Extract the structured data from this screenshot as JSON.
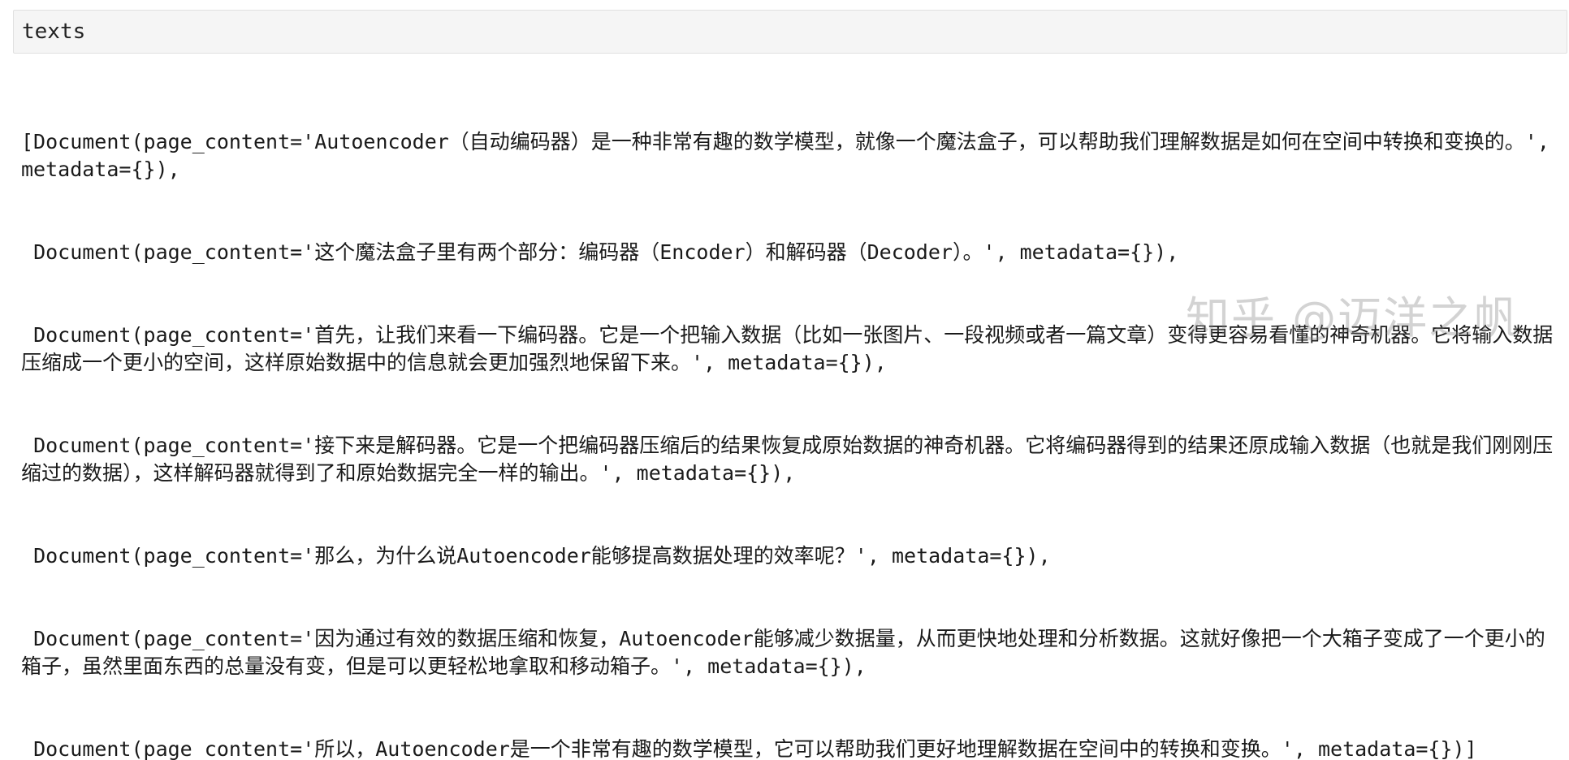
{
  "input_cell": {
    "code": "texts"
  },
  "output_cell": {
    "lines": [
      "[Document(page_content='Autoencoder（自动编码器）是一种非常有趣的数学模型，就像一个魔法盒子，可以帮助我们理解数据是如何在空间中转换和变换的。', metadata={}),",
      " Document(page_content='这个魔法盒子里有两个部分：编码器（Encoder）和解码器（Decoder）。', metadata={}),",
      " Document(page_content='首先，让我们来看一下编码器。它是一个把输入数据（比如一张图片、一段视频或者一篇文章）变得更容易看懂的神奇机器。它将输入数据压缩成一个更小的空间，这样原始数据中的信息就会更加强烈地保留下来。', metadata={}),",
      " Document(page_content='接下来是解码器。它是一个把编码器压缩后的结果恢复成原始数据的神奇机器。它将编码器得到的结果还原成输入数据（也就是我们刚刚压缩过的数据），这样解码器就得到了和原始数据完全一样的输出。', metadata={}),",
      " Document(page_content='那么，为什么说Autoencoder能够提高数据处理的效率呢？', metadata={}),",
      " Document(page_content='因为通过有效的数据压缩和恢复，Autoencoder能够减少数据量，从而更快地处理和分析数据。这就好像把一个大箱子变成了一个更小的箱子，虽然里面东西的总量没有变，但是可以更轻松地拿取和移动箱子。', metadata={}),",
      " Document(page_content='所以，Autoencoder是一个非常有趣的数学模型，它可以帮助我们更好地理解数据在空间中的转换和变换。', metadata={})]"
    ]
  },
  "watermark": {
    "text": "知乎 @迈洋之帆"
  }
}
